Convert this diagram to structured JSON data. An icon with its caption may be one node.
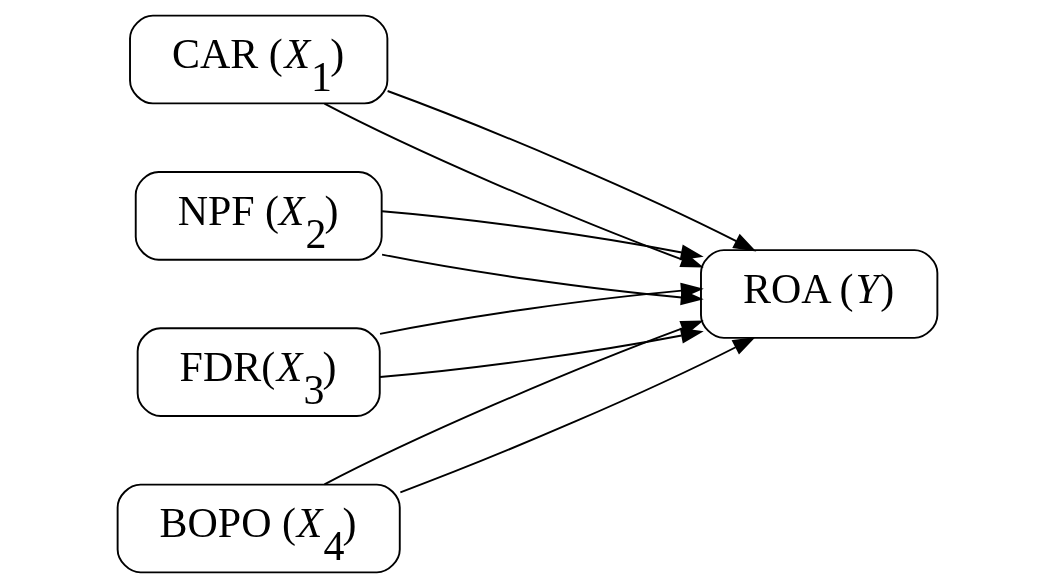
{
  "diagram": {
    "nodes": [
      {
        "text": [
          "CAR (*X*$_{1}$)"
        ]
      },
      {
        "text": [
          "NPF (*X*$_{2}$)"
        ]
      },
      {
        "text": [
          "FDR(*X*$_{3}$)"
        ]
      },
      {
        "text": [
          "BOPO (*X*$_{4}$)"
        ]
      },
      {
        "text": [
          "ROA (*Y*)"
        ]
      }
    ],
    "edges": [
      {
        "from": 0,
        "to": 4,
        "arrow": "to"
      },
      {
        "from": 1,
        "to": 4,
        "arrow": "to"
      },
      {
        "from": 2,
        "to": 4,
        "arrow": "to"
      },
      {
        "from": 3,
        "to": 4,
        "arrow": "to"
      },
      {
        "from": 0,
        "to": 4,
        "arrow": "to"
      },
      {
        "from": 1,
        "to": 4,
        "arrow": "to"
      },
      {
        "from": 2,
        "to": 4,
        "arrow": "to"
      },
      {
        "from": 3,
        "to": 4,
        "arrow": "to"
      }
    ]
  }
}
